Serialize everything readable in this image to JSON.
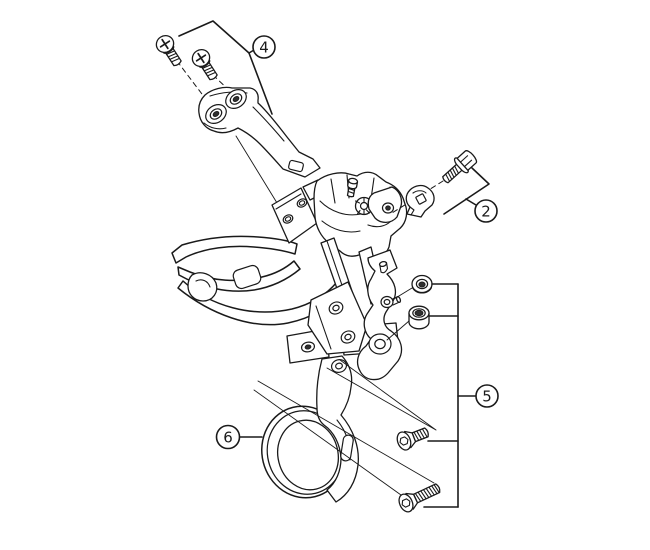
{
  "diagram": {
    "colors": {
      "background": "#ffffff",
      "line": "#1a1a1a",
      "hole_shading": "#2f2f2f"
    },
    "callouts": {
      "cable_fixing_bolt_unit": "2",
      "clamp_bolts": "4",
      "mounting_hardware": "5",
      "chain_guard": "6"
    }
  }
}
